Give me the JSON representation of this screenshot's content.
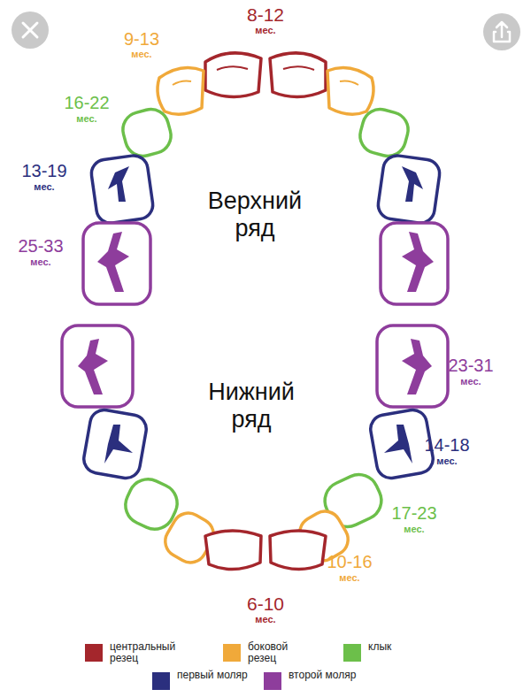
{
  "diagram": {
    "labels": [
      "8-12",
      "мес.",
      "9-13",
      "мес.",
      "16-22",
      "мес.",
      "13-19",
      "мес.",
      "25-33",
      "мес.",
      "Верхний ряд",
      "Нижний ряд",
      "23-31",
      "мес.",
      "14-18",
      "мес.",
      "17-23",
      "мес.",
      "10-16",
      "мес.",
      "6-10",
      "мес."
    ],
    "legend": [
      {
        "text": "центральный резец",
        "color": "#a4262c"
      },
      {
        "text": "боковой резец",
        "color": "#f0a93a"
      },
      {
        "text": "клык",
        "color": "#6cbf4a"
      },
      {
        "text": "первый моляр",
        "color": "#2b2f7e"
      },
      {
        "text": "второй моляр",
        "color": "#8e3d9c"
      }
    ]
  }
}
